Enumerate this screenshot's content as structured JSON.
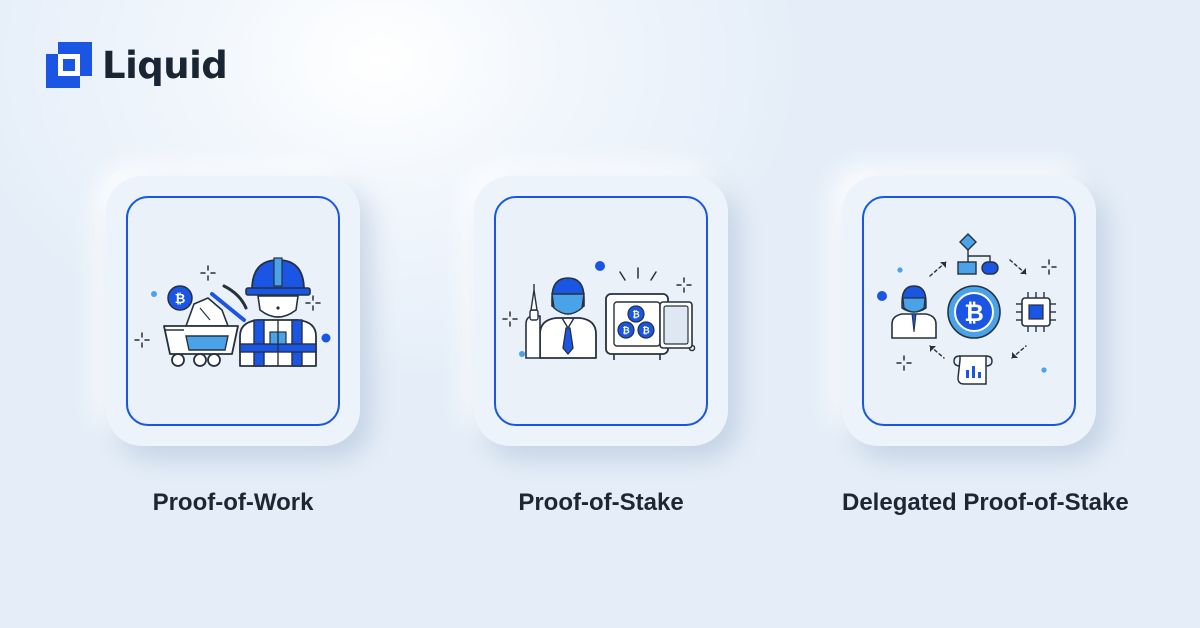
{
  "brand": {
    "name": "Liquid",
    "color": "#1a55e3",
    "text_color": "#1a2533"
  },
  "cards": [
    {
      "label": "Proof-of-Work",
      "icon": "miner-icon"
    },
    {
      "label": "Proof-of-Stake",
      "icon": "staker-vault-icon"
    },
    {
      "label": "Delegated Proof-of-Stake",
      "icon": "delegation-network-icon"
    }
  ],
  "colors": {
    "accent": "#1a55e3",
    "light_accent": "#4aa3e8",
    "outline": "#26313f",
    "background": "#e4edf8"
  }
}
